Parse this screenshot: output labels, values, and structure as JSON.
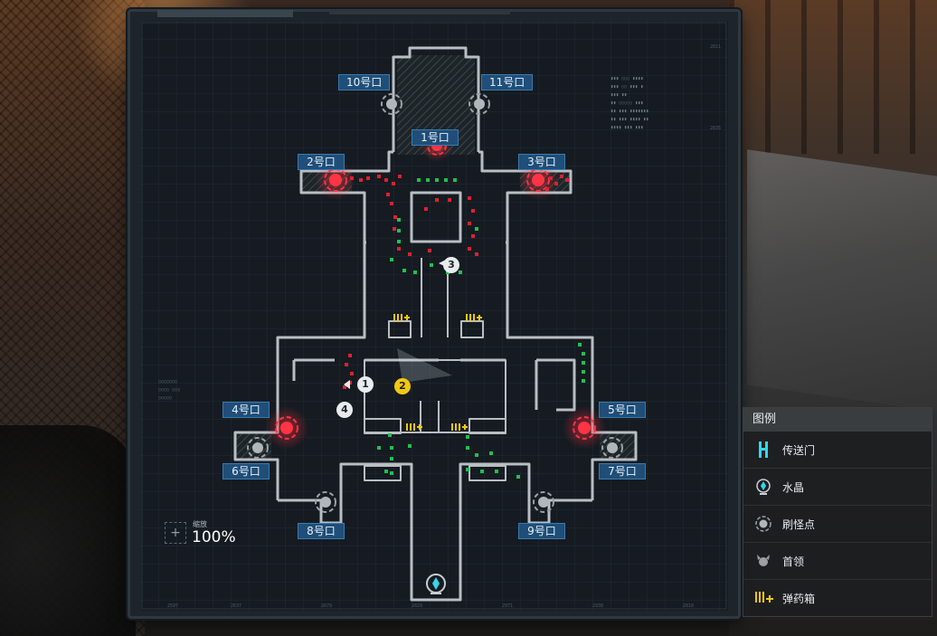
{
  "gates": {
    "g10": "10号口",
    "g11": "11号口",
    "g1": "1号口",
    "g2": "2号口",
    "g3": "3号口",
    "g4": "4号口",
    "g5": "5号口",
    "g6": "6号口",
    "g7": "7号口",
    "g8": "8号口",
    "g9": "9号口"
  },
  "zoom": {
    "title": "缩放",
    "value": "100%"
  },
  "markers": {
    "m1": "1",
    "m2": "2",
    "m3": "3",
    "m4": "4"
  },
  "legend": {
    "title": "图例",
    "items": [
      {
        "label": "传送门",
        "icon": "teleporter-icon"
      },
      {
        "label": "水晶",
        "icon": "crystal-icon"
      },
      {
        "label": "刷怪点",
        "icon": "spawn-point-icon"
      },
      {
        "label": "首领",
        "icon": "boss-icon"
      },
      {
        "label": "弹药箱",
        "icon": "ammo-box-icon"
      }
    ]
  },
  "colors": {
    "gate_label_bg": "#1f4e78",
    "enemy": "#e02030",
    "ally": "#20c050",
    "ammo": "#f2c811",
    "crystal": "#36d6e8",
    "wall": "#b8bec2"
  }
}
